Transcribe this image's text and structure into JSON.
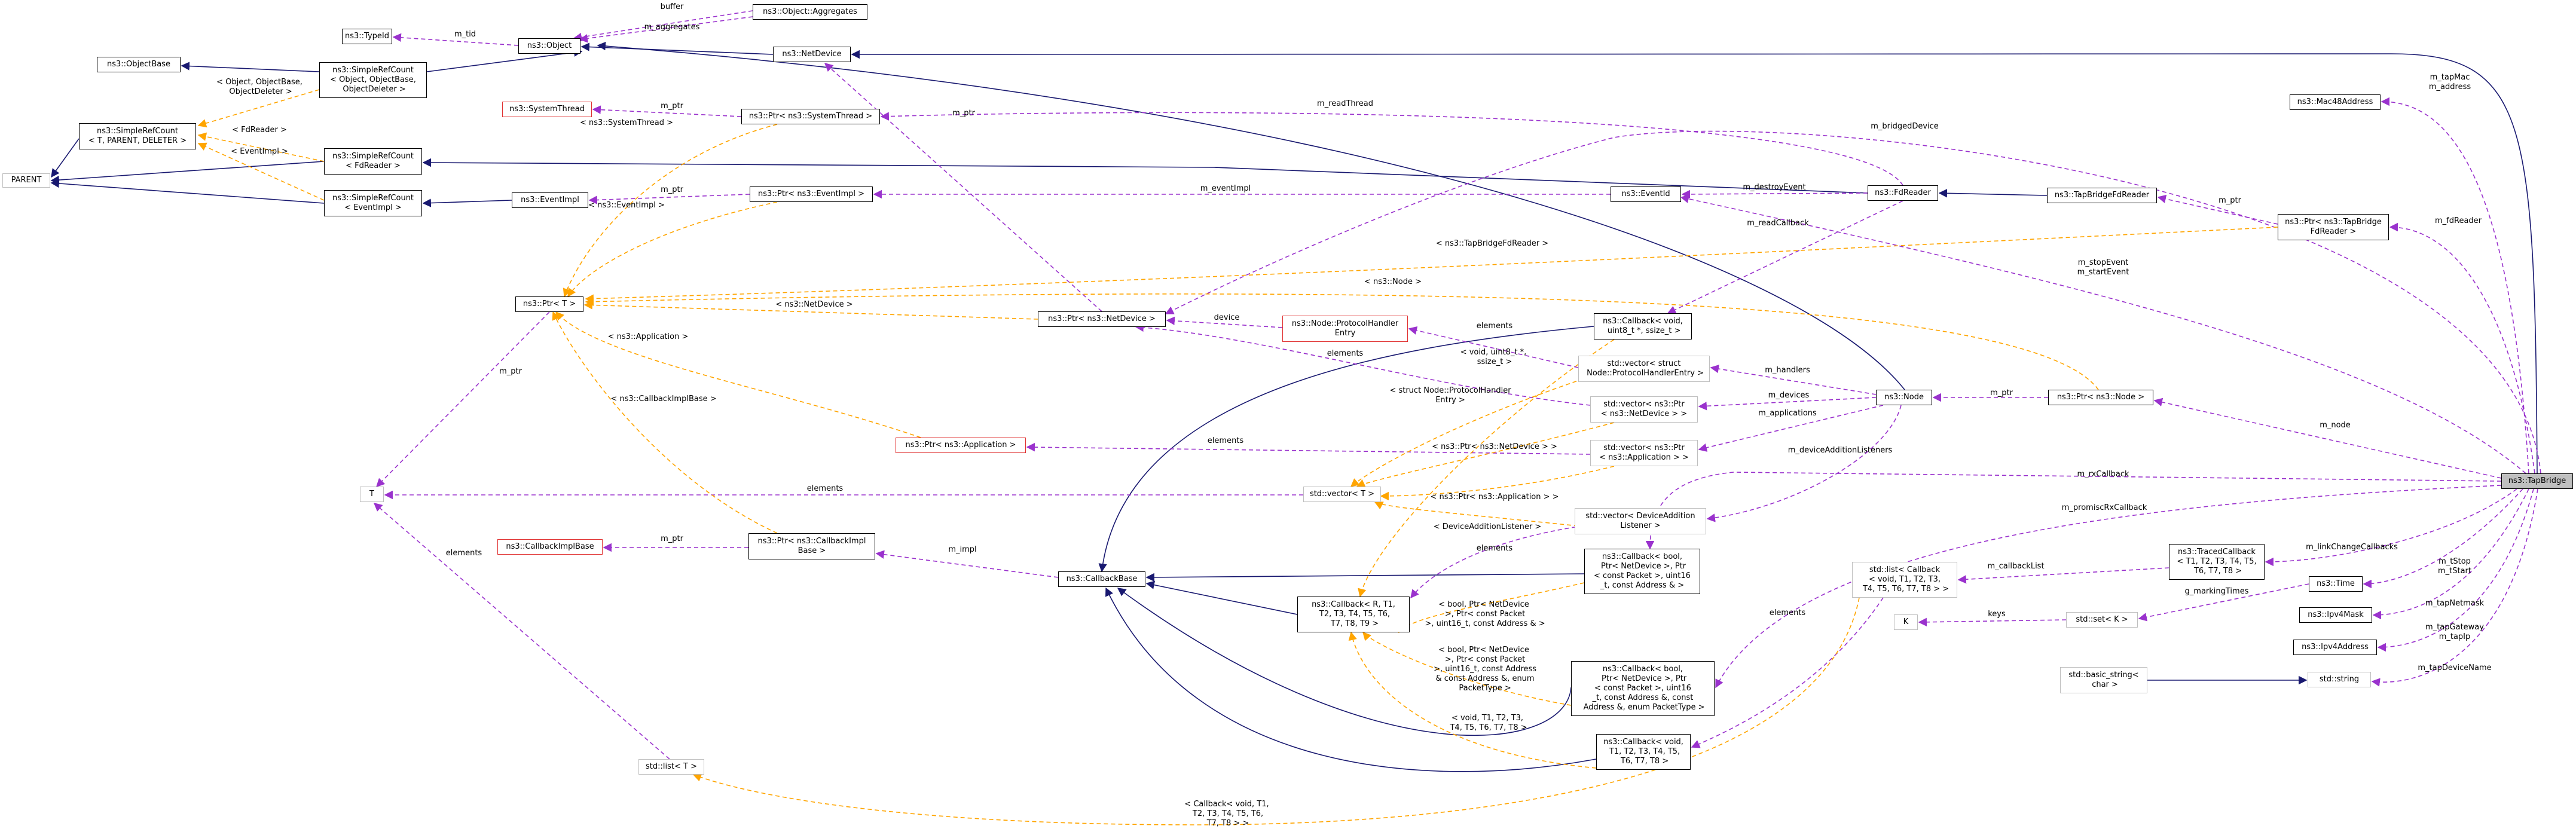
{
  "colors": {
    "inherit": "#191970",
    "usage": "#9a32cd",
    "template": "#ffa500",
    "border": "#000000",
    "red_border": "#e03030",
    "gray_border": "#bfbfbf",
    "highlight": "#bfbfbf"
  },
  "nodes": {
    "typeid": "ns3::TypeId",
    "object": "ns3::Object",
    "aggregates": "ns3::Object::Aggregates",
    "netdevice": "ns3::NetDevice",
    "objectbase": "ns3::ObjectBase",
    "srcObject": "ns3::SimpleRefCount\n< Object, ObjectBase,\n ObjectDeleter >",
    "srcGeneric": "ns3::SimpleRefCount\n< T, PARENT, DELETER >",
    "parent": "PARENT",
    "srcFd": "ns3::SimpleRefCount\n< FdReader >",
    "srcEv": "ns3::SimpleRefCount\n< EventImpl >",
    "systhread": "ns3::SystemThread",
    "ptrSysThread": "ns3::Ptr< ns3::SystemThread >",
    "eventimpl": "ns3::EventImpl",
    "ptrEventImpl": "ns3::Ptr< ns3::EventImpl >",
    "ptrT": "ns3::Ptr< T >",
    "ptrNetDevice": "ns3::Ptr< ns3::NetDevice >",
    "protocolHandler": "ns3::Node::ProtocolHandler\nEntry",
    "ptrApplication": "ns3::Ptr< ns3::Application >",
    "T": "T",
    "callbackImplBase": "ns3::CallbackImplBase",
    "ptrCallbackImplBase": "ns3::Ptr< ns3::CallbackImpl\nBase >",
    "callbackBase": "ns3::CallbackBase",
    "callbackR": "ns3::Callback< R, T1,\n T2, T3, T4, T5, T6,\n T7, T8, T9 >",
    "listT": "std::list< T >",
    "eventid": "ns3::EventId",
    "fdreader": "ns3::FdReader",
    "tapFdReader": "ns3::TapBridgeFdReader",
    "ptrTapFdReader": "ns3::Ptr< ns3::TapBridge\nFdReader >",
    "mac48": "ns3::Mac48Address",
    "cbVoidUint8": "ns3::Callback< void,\n uint8_t *, ssize_t >",
    "vecProtocolHandler": "std::vector< struct\n Node::ProtocolHandlerEntry >",
    "vecPtrNetDevice": "std::vector< ns3::Ptr\n< ns3::NetDevice > >",
    "vecPtrApplication": "std::vector< ns3::Ptr\n< ns3::Application > >",
    "vecT": "std::vector< T >",
    "vecDeviceAddition": "std::vector< DeviceAddition\nListener >",
    "node": "ns3::Node",
    "ptrNode": "ns3::Ptr< ns3::Node >",
    "cbBoolA": "ns3::Callback< bool,\n Ptr< NetDevice >, Ptr\n< const Packet >, uint16\n_t, const Address & >",
    "cbBoolB": "ns3::Callback< bool,\n Ptr< NetDevice >, Ptr\n< const Packet >, uint16\n_t, const Address &, const\n Address &, enum PacketType >",
    "cbVoidT8": "ns3::Callback< void,\n T1, T2, T3, T4, T5,\n T6, T7, T8 >",
    "listCallback": "std::list< Callback\n< void, T1, T2, T3,\n T4, T5, T6, T7, T8 > >",
    "K": "K",
    "setK": "std::set< K >",
    "tracedCallback": "ns3::TracedCallback\n< T1, T2, T3, T4, T5,\n T6, T7, T8 >",
    "time": "ns3::Time",
    "ipv4mask": "ns3::Ipv4Mask",
    "ipv4addr": "ns3::Ipv4Address",
    "basicString": "std::basic_string<\n char >",
    "stdString": "std::string",
    "tapbridge": "ns3::TapBridge"
  },
  "edge_labels": {
    "m_tid": "m_tid",
    "buffer": "buffer",
    "m_aggregates": "m_aggregates",
    "tpl_object": "< Object, ObjectBase,\n ObjectDeleter >",
    "tpl_fdreader": "< FdReader >",
    "tpl_eventimpl": "< EventImpl >",
    "m_ptr_systhread": "m_ptr",
    "m_ptr_eventimpl": "m_ptr",
    "m_ptr_netdev": "m_ptr",
    "tpl_systemthread": "< ns3::SystemThread >",
    "tpl_eventimpl2": "< ns3::EventImpl >",
    "m_readThread": "m_readThread",
    "m_bridgedDevice": "m_bridgedDevice",
    "m_eventImpl": "m_eventImpl",
    "m_destroyEvent": "m_destroyEvent",
    "m_readCallback": "m_readCallback",
    "tpl_tapbridgefdreader": "< ns3::TapBridgeFdReader >",
    "tpl_node": "< ns3::Node >",
    "tpl_netdevice": "< ns3::NetDevice >",
    "device": "device",
    "elements_ph": "elements",
    "elements_nd": "elements",
    "tpl_application": "< ns3::Application >",
    "m_ptr_T": "m_ptr",
    "tpl_callbackimplbase": "< ns3::CallbackImplBase >",
    "elements_app": "elements",
    "elements_T": "elements",
    "m_ptr_cib": "m_ptr",
    "m_impl": "m_impl",
    "elements_list": "elements",
    "tpl_void_uint8": "< void, uint8_t *,\n ssize_t >",
    "tpl_struct_ph": "< struct Node::ProtocolHandler\nEntry >",
    "tpl_ptr_netdevice": "< ns3::Ptr< ns3::NetDevice > >",
    "tpl_ptr_application": "< ns3::Ptr< ns3::Application > >",
    "tpl_devaddlistener": "< DeviceAdditionListener >",
    "elements_dal": "elements",
    "tpl_bool_a": "< bool, Ptr< NetDevice\n >, Ptr< const Packet\n >, uint16_t, const Address & >",
    "tpl_bool_b": "< bool, Ptr< NetDevice\n >, Ptr< const Packet\n >, uint16_t, const Address\n & const Address &, enum\n PacketType >",
    "tpl_void_t8": "< void, T1, T2, T3,\n T4, T5, T6, T7, T8 >",
    "tpl_callback_list": "< Callback< void, T1,\n T2, T3, T4, T5, T6,\n T7, T8 > >",
    "m_handlers": "m_handlers",
    "m_devices": "m_devices",
    "m_applications": "m_applications",
    "m_deviceAdditionListeners": "m_deviceAdditionListeners",
    "m_ptr_node": "m_ptr",
    "m_ptr_fd": "m_ptr",
    "m_tapMac": "m_tapMac\nm_address",
    "m_fdReader": "m_fdReader",
    "m_stopEvent": "m_stopEvent\nm_startEvent",
    "m_node": "m_node",
    "m_rxCallback": "m_rxCallback",
    "m_promiscRxCallback": "m_promiscRxCallback",
    "m_linkChangeCallbacks": "m_linkChangeCallbacks",
    "m_callbackList": "m_callbackList",
    "elements_cl": "elements",
    "keys": "keys",
    "g_markingTimes": "g_markingTimes",
    "m_tStop": "m_tStop\nm_tStart",
    "m_tapNetmask": "m_tapNetmask",
    "m_tapGateway": "m_tapGateway\nm_tapIp",
    "m_tapDeviceName": "m_tapDeviceName"
  }
}
